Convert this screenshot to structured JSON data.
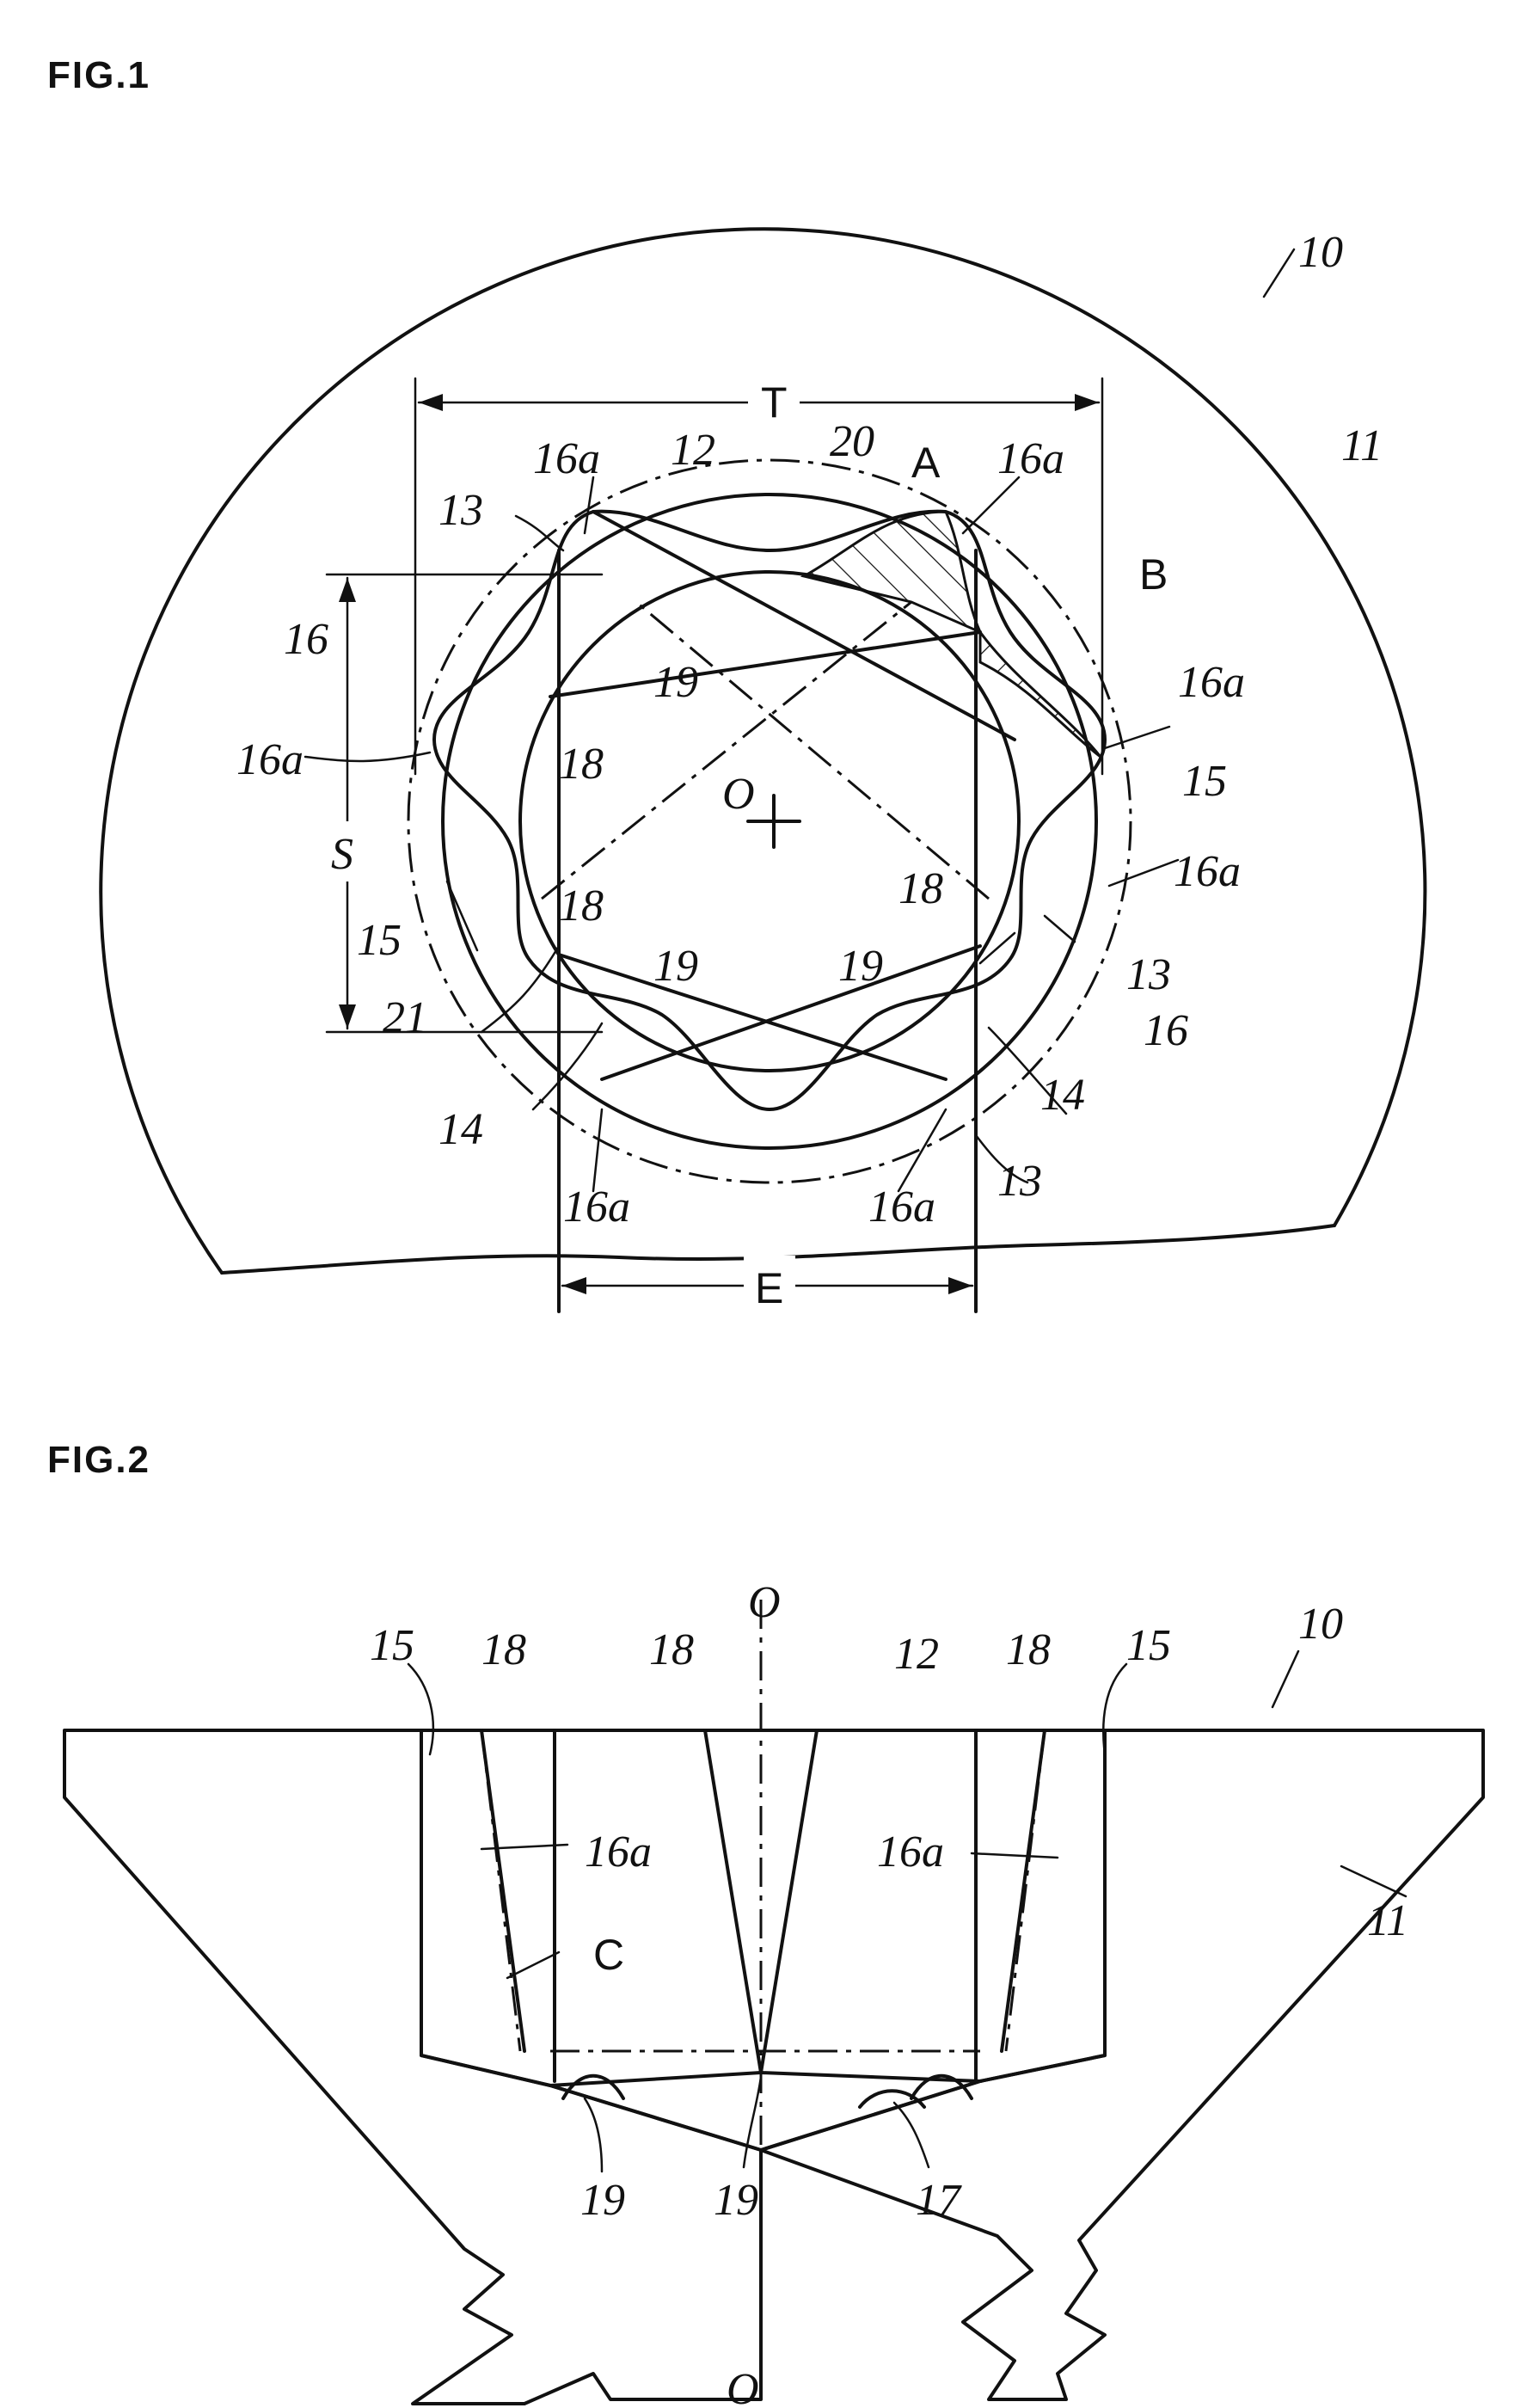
{
  "figures": [
    {
      "id": "fig1",
      "title": "FIG.1"
    },
    {
      "id": "fig2",
      "title": "FIG.2"
    }
  ],
  "fig1_labels": {
    "ref_10": "10",
    "ref_11": "11",
    "dim_T": "T",
    "dim_S": "S",
    "dim_E": "E",
    "ref_12": "12",
    "ref_20": "20",
    "ref_A": "A",
    "ref_B": "B",
    "ref_O": "O",
    "ref_13a": "13",
    "ref_13b": "13",
    "ref_13c": "13",
    "ref_14a": "14",
    "ref_14b": "14",
    "ref_15a": "15",
    "ref_15b": "15",
    "ref_16a": "16",
    "ref_16b": "16",
    "ref_16a_1": "16a",
    "ref_16a_2": "16a",
    "ref_16a_3": "16a",
    "ref_16a_4": "16a",
    "ref_16a_5": "16a",
    "ref_16a_6": "16a",
    "ref_16a_7": "16a",
    "ref_18a": "18",
    "ref_18b": "18",
    "ref_18c": "18",
    "ref_19a": "19",
    "ref_19b": "19",
    "ref_19c": "19",
    "ref_21": "21"
  },
  "fig2_labels": {
    "ref_10": "10",
    "ref_11": "11",
    "ref_12": "12",
    "ref_15a": "15",
    "ref_15b": "15",
    "ref_18a": "18",
    "ref_18b": "18",
    "ref_18c": "18",
    "ref_16a_1": "16a",
    "ref_16a_2": "16a",
    "ref_C": "C",
    "ref_19a": "19",
    "ref_19b": "19",
    "ref_17": "17",
    "axis_top": "O",
    "axis_bottom": "O"
  }
}
